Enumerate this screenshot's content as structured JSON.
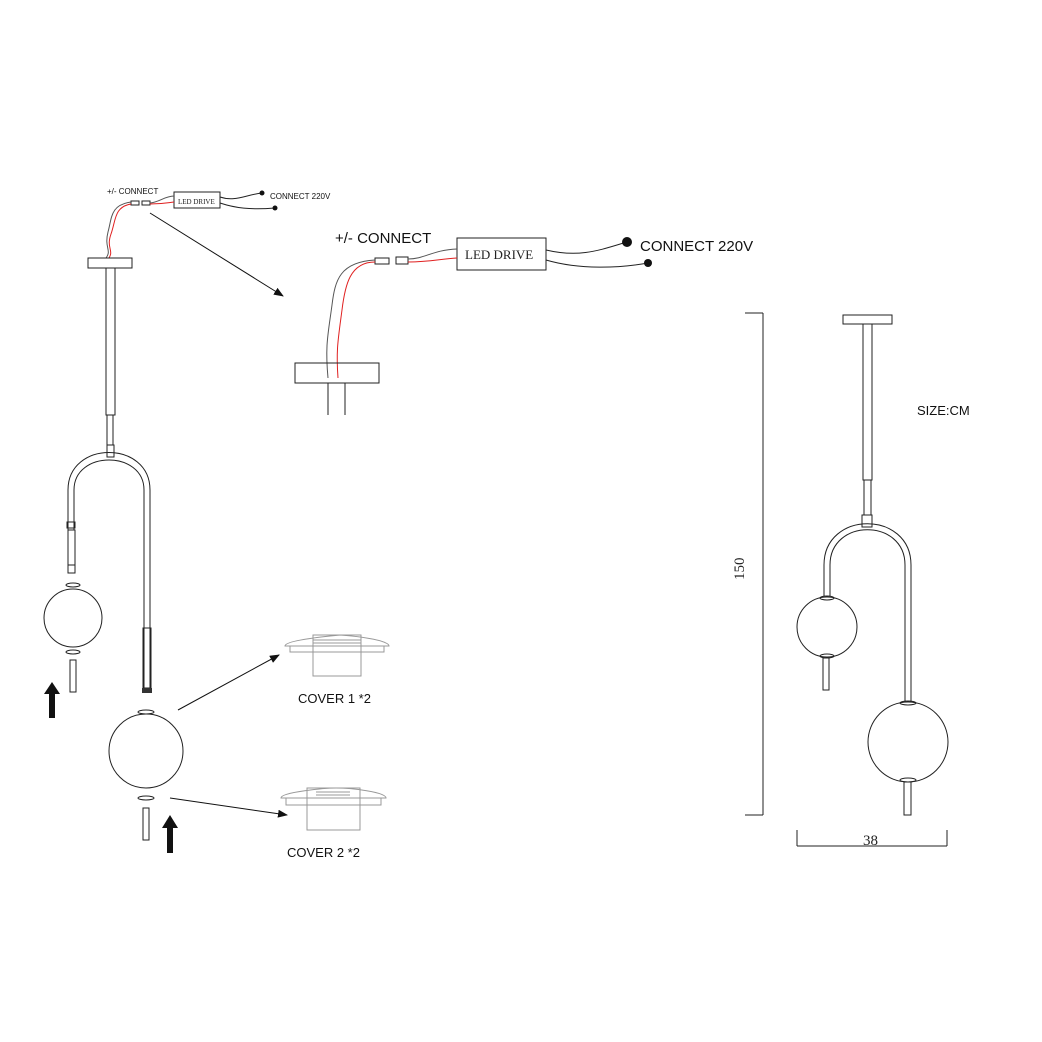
{
  "small_diagram": {
    "connect_label": "+/- CONNECT",
    "driver_label": "LED DRIVE",
    "mains_label": "CONNECT 220V"
  },
  "detail": {
    "connect_label": "+/- CONNECT",
    "driver_label": "LED DRIVE",
    "mains_label": "CONNECT 220V"
  },
  "covers": [
    {
      "label": "COVER 1 *2"
    },
    {
      "label": "COVER 2 *2"
    }
  ],
  "dimensions": {
    "unit_label": "SIZE:CM",
    "height": "150",
    "width": "38"
  },
  "colors": {
    "wire_red": "#e02020",
    "line": "#222222"
  }
}
